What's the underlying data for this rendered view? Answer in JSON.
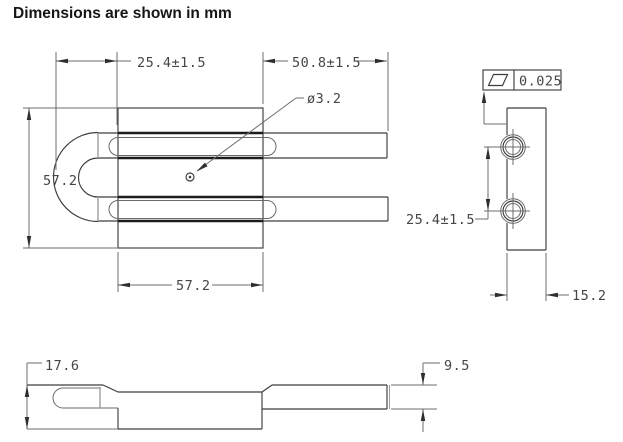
{
  "title": "Dimensions are shown in mm",
  "top_view": {
    "dim_tube_left_extension": "25.4±1.5",
    "dim_tube_right_extension": "50.8±1.5",
    "dim_plate_height": "57.2",
    "dim_plate_width": "57.2",
    "hole_diameter_label": "ø3.2"
  },
  "side_view": {
    "flatness_tolerance": "0.025",
    "flatness_symbol_icon": "flatness-parallelogram",
    "dim_tube_pitch": "25.4±1.5",
    "dim_plate_thickness": "15.2"
  },
  "front_view": {
    "dim_overall_height": "17.6",
    "dim_tube_diameter": "9.5"
  }
}
